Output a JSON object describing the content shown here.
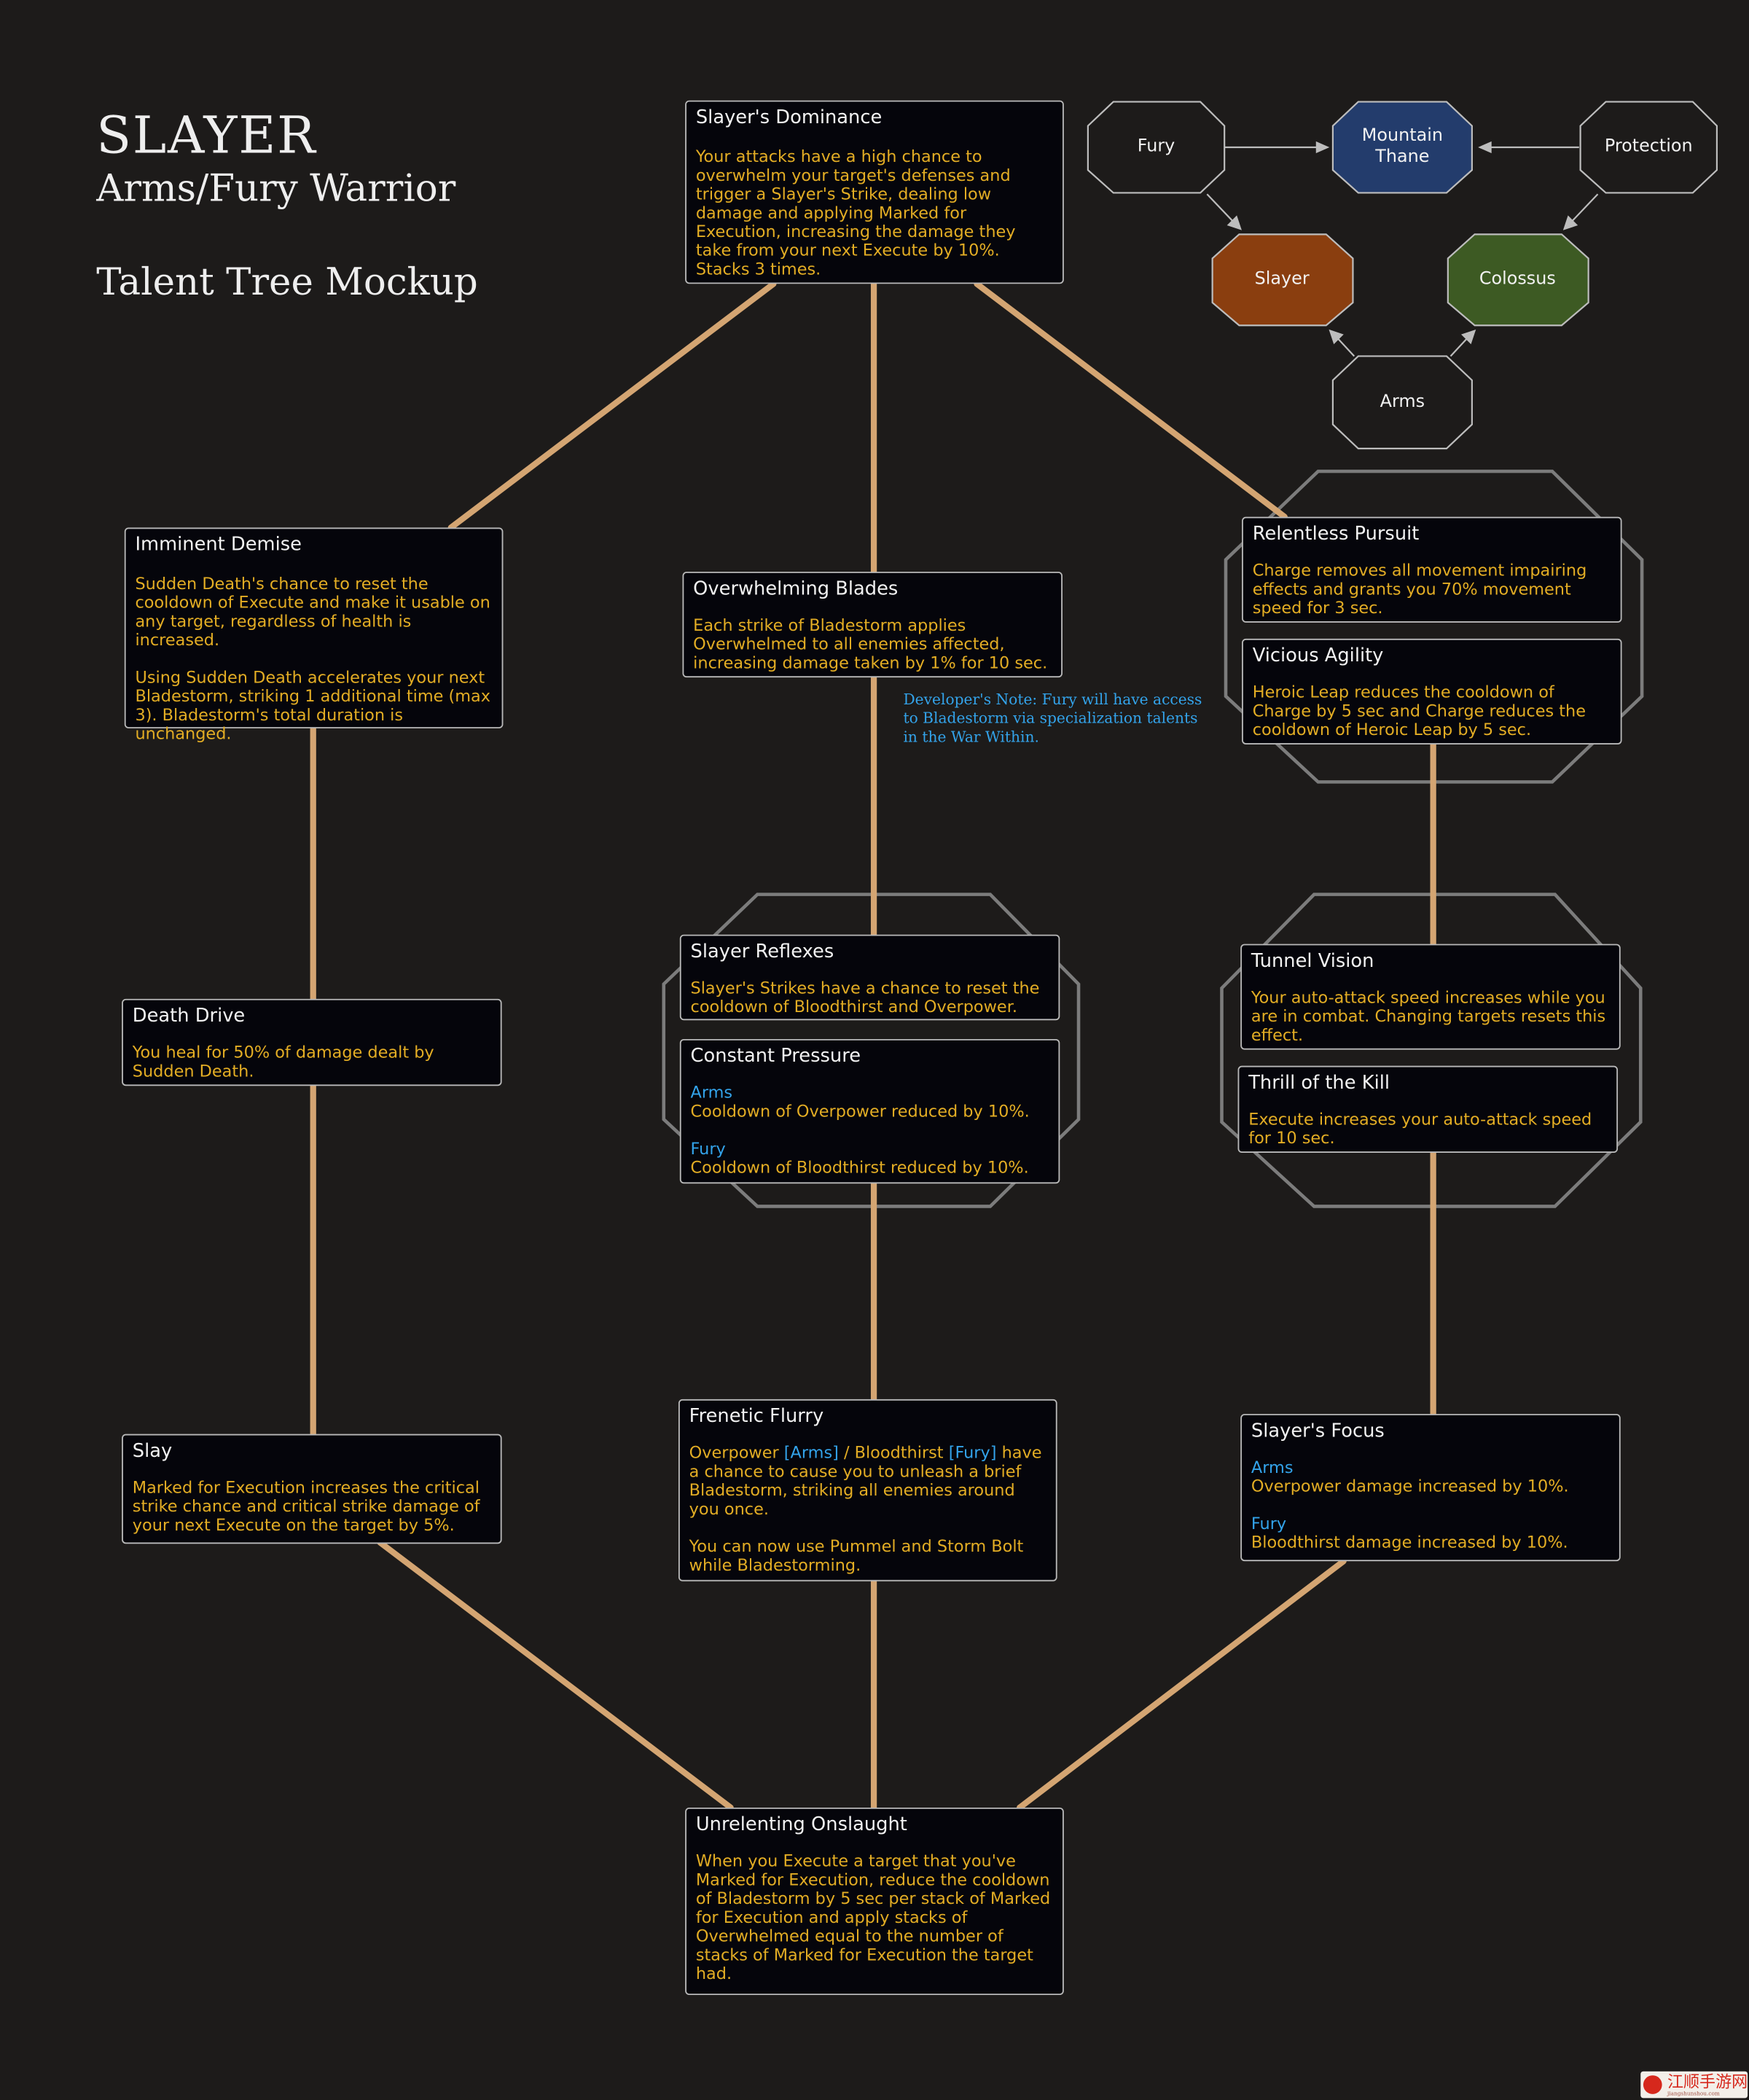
{
  "header": {
    "title": "SLAYER",
    "subtitle": "Arms/Fury Warrior",
    "mockup_label": "Talent Tree Mockup"
  },
  "spec_map": {
    "fury": "Fury",
    "mountain_thane_line1": "Mountain",
    "mountain_thane_line2": "Thane",
    "protection": "Protection",
    "slayer": "Slayer",
    "colossus": "Colossus",
    "arms": "Arms"
  },
  "colors": {
    "background": "#1d1b1a",
    "connector": "#d4a572",
    "node_text": "#e3ad24",
    "spec_text": "#33a3ea",
    "mountain_thane": "#233c6c",
    "slayer": "#8a3e0f",
    "colossus": "#3d5a23"
  },
  "talents": {
    "slayers_dominance": {
      "name": "Slayer's Dominance",
      "desc": "Your attacks have a high chance to overwhelm your target's defenses and trigger a Slayer's Strike, dealing low damage and applying Marked for Execution, increasing the damage they take from your next Execute by 10%.",
      "desc2": "Stacks 3 times."
    },
    "imminent_demise": {
      "name": "Imminent Demise",
      "p1": "Sudden Death's chance to reset the cooldown of Execute and make it usable on any target, regardless of health is increased.",
      "p2": "Using Sudden Death accelerates your next Bladestorm, striking 1 additional time (max 3). Bladestorm's total duration is unchanged."
    },
    "overwhelming_blades": {
      "name": "Overwhelming Blades",
      "desc": "Each strike of Bladestorm applies Overwhelmed to all enemies affected, increasing damage taken by 1% for 10 sec."
    },
    "developer_note": "Developer's Note: Fury will have access to Bladestorm via specialization talents in the War Within.",
    "relentless_pursuit": {
      "name": "Relentless Pursuit",
      "desc": "Charge removes all movement impairing effects and grants you 70% movement speed for 3 sec."
    },
    "vicious_agility": {
      "name": "Vicious Agility",
      "desc": "Heroic Leap reduces the cooldown of Charge by 5 sec and Charge reduces the cooldown of Heroic Leap by 5 sec."
    },
    "death_drive": {
      "name": "Death Drive",
      "desc": "You heal for 50% of damage dealt by Sudden Death."
    },
    "slayer_reflexes": {
      "name": "Slayer Reflexes",
      "desc": "Slayer's Strikes have a chance to reset the cooldown of Bloodthirst and Overpower."
    },
    "constant_pressure": {
      "name": "Constant Pressure",
      "arms_label": "Arms",
      "arms_desc": "Cooldown of Overpower reduced by 10%.",
      "fury_label": "Fury",
      "fury_desc": "Cooldown of Bloodthirst reduced by 10%."
    },
    "tunnel_vision": {
      "name": "Tunnel Vision",
      "desc": "Your auto-attack speed increases while you are in combat. Changing targets resets this effect."
    },
    "thrill_of_the_kill": {
      "name": "Thrill of the Kill",
      "desc": "Execute increases your auto-attack speed for 10 sec."
    },
    "slay": {
      "name": "Slay",
      "desc": "Marked for Execution increases the critical strike chance and critical strike damage of your next Execute on the target by 5%."
    },
    "frenetic_flurry": {
      "name": "Frenetic Flurry",
      "p1_a": "Overpower ",
      "p1_arms": "[Arms]",
      "p1_b": " / Bloodthirst ",
      "p1_fury": "[Fury]",
      "p1_c": " have a chance to cause you to unleash a brief Bladestorm, striking all enemies around you once.",
      "p2": "You can now use Pummel and Storm Bolt while Bladestorming."
    },
    "slayers_focus": {
      "name": "Slayer's Focus",
      "arms_label": "Arms",
      "arms_desc": "Overpower damage increased by 10%.",
      "fury_label": "Fury",
      "fury_desc": "Bloodthirst damage increased by 10%."
    },
    "unrelenting_onslaught": {
      "name": "Unrelenting Onslaught",
      "desc": "When you Execute a target that you've Marked for Execution, reduce the cooldown of Bladestorm by 5 sec per stack of Marked for Execution and apply stacks of Overwhelmed equal to the number of stacks of Marked for Execution the target had."
    }
  },
  "watermark": {
    "text": "江顺手游网",
    "url_text": "jiangshunshou.com"
  }
}
